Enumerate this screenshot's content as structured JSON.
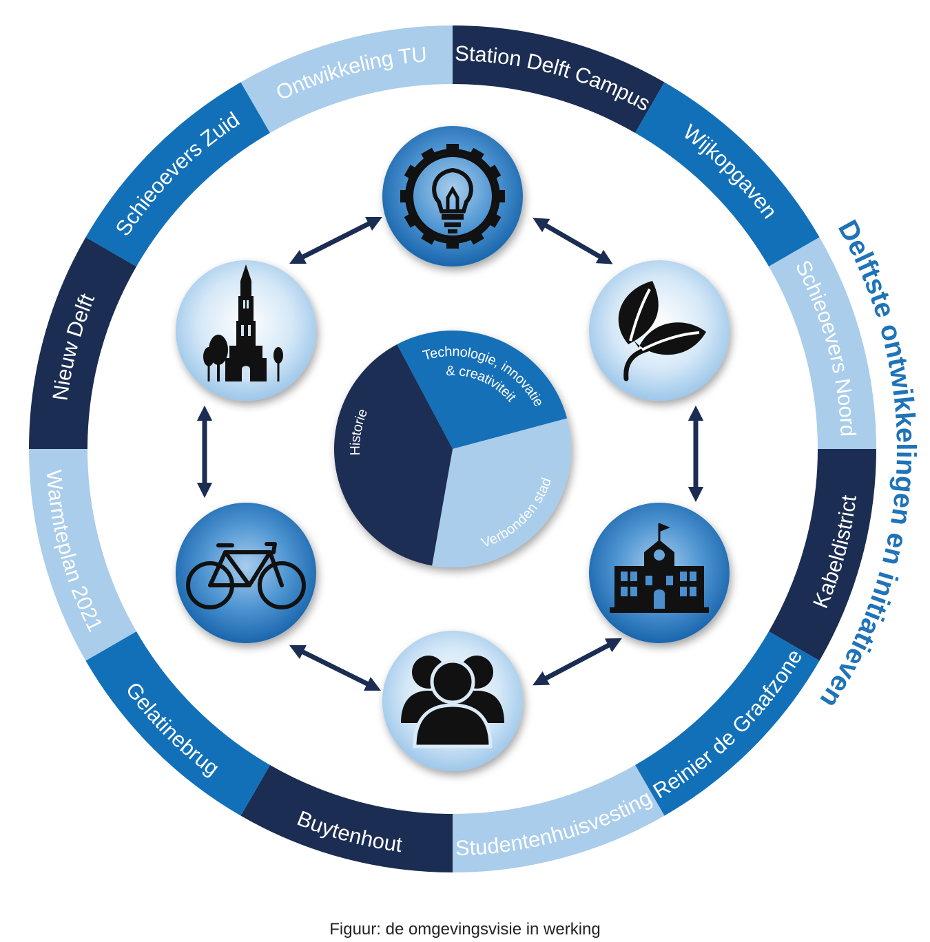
{
  "colors": {
    "navy": "#1b2d52",
    "mid_blue": "#1270b8",
    "light_blue": "#a9cdeb",
    "title_blue": "#1f73b8",
    "arrow": "#1b2d52"
  },
  "outer_ring": {
    "segments": [
      {
        "label": "Station Delft Campus",
        "color": "navy"
      },
      {
        "label": "Wijkopgaven",
        "color": "mid_blue"
      },
      {
        "label": "Schieoevers Noord",
        "color": "light_blue"
      },
      {
        "label": "Kabeldistrict",
        "color": "navy"
      },
      {
        "label": "Reinier de Graafzone",
        "color": "mid_blue"
      },
      {
        "label": "Studentenhuisvesting",
        "color": "light_blue"
      },
      {
        "label": "Buytenhout",
        "color": "navy"
      },
      {
        "label": "Gelatinebrug",
        "color": "mid_blue"
      },
      {
        "label": "Warmteplan 2021",
        "color": "light_blue"
      },
      {
        "label": "Nieuw Delft",
        "color": "navy"
      },
      {
        "label": "Schieoevers Zuid",
        "color": "mid_blue"
      },
      {
        "label": "Ontwikkeling TU",
        "color": "light_blue"
      }
    ]
  },
  "side_title": "Delftste ontwikkelingen en initiatieven",
  "center_pie": {
    "slices": [
      {
        "label_lines": [
          "Technologie, innovatie",
          "& creativiteit"
        ],
        "color": "mid_blue"
      },
      {
        "label_lines": [
          "Verbonden stad"
        ],
        "color": "light_blue"
      },
      {
        "label_lines": [
          "Historie"
        ],
        "color": "navy"
      }
    ]
  },
  "theme_circles": [
    {
      "icon": "gear-lightbulb-icon",
      "style": "dark"
    },
    {
      "icon": "leaves-icon",
      "style": "light"
    },
    {
      "icon": "town-hall-icon",
      "style": "dark"
    },
    {
      "icon": "people-icon",
      "style": "light"
    },
    {
      "icon": "bicycle-icon",
      "style": "dark"
    },
    {
      "icon": "church-tower-icon",
      "style": "light"
    }
  ],
  "caption": "Figuur: de omgevingsvisie in werking"
}
